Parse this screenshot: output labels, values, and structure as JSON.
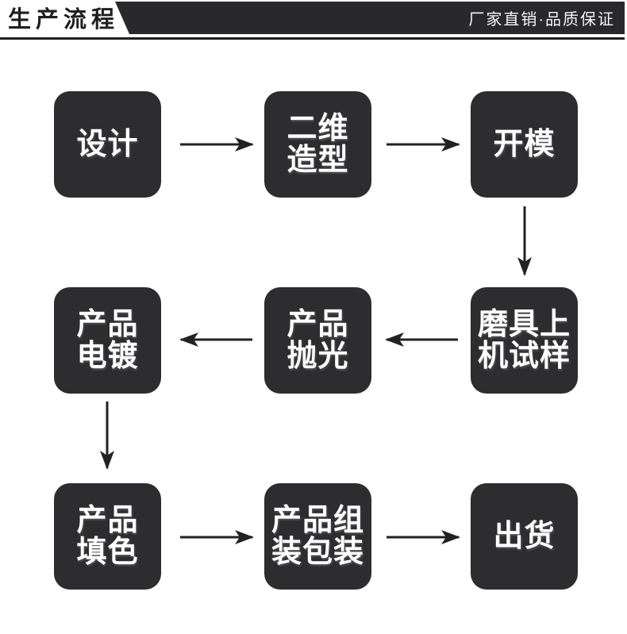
{
  "header": {
    "title": "生产流程",
    "tagline": "厂家直销·品质保证"
  },
  "flow": {
    "nodes": [
      {
        "id": "design",
        "label": "设计",
        "lines": [
          "设计"
        ]
      },
      {
        "id": "2d-modeling",
        "label": "二维造型",
        "lines": [
          "二维",
          "造型"
        ]
      },
      {
        "id": "mold-opening",
        "label": "开模",
        "lines": [
          "开模"
        ]
      },
      {
        "id": "product-electroplating",
        "label": "产品电镀",
        "lines": [
          "产品",
          "电镀"
        ]
      },
      {
        "id": "product-polishing",
        "label": "产品抛光",
        "lines": [
          "产品",
          "抛光"
        ]
      },
      {
        "id": "mold-machine-sampling",
        "label": "磨具上机试样",
        "lines": [
          "磨具上",
          "机试样"
        ]
      },
      {
        "id": "product-coloring",
        "label": "产品填色",
        "lines": [
          "产品",
          "填色"
        ]
      },
      {
        "id": "product-assembly-packaging",
        "label": "产品组装包装",
        "lines": [
          "产品组",
          "装包装"
        ]
      },
      {
        "id": "shipment",
        "label": "出货",
        "lines": [
          "出货"
        ]
      }
    ],
    "edges": [
      {
        "from": "design",
        "to": "2d-modeling"
      },
      {
        "from": "2d-modeling",
        "to": "mold-opening"
      },
      {
        "from": "mold-opening",
        "to": "mold-machine-sampling"
      },
      {
        "from": "mold-machine-sampling",
        "to": "product-polishing"
      },
      {
        "from": "product-polishing",
        "to": "product-electroplating"
      },
      {
        "from": "product-electroplating",
        "to": "product-coloring"
      },
      {
        "from": "product-coloring",
        "to": "product-assembly-packaging"
      },
      {
        "from": "product-assembly-packaging",
        "to": "shipment"
      }
    ]
  },
  "colors": {
    "page_bg": "#ffffff",
    "box_bg": "#2d2d2f",
    "header_bar": "#29292b",
    "header_title": "#1f1f1f",
    "rule": "#1e1e1e",
    "arrow": "#222222",
    "box_text": "#ffffff",
    "tagline_text": "#f5f5f5"
  }
}
